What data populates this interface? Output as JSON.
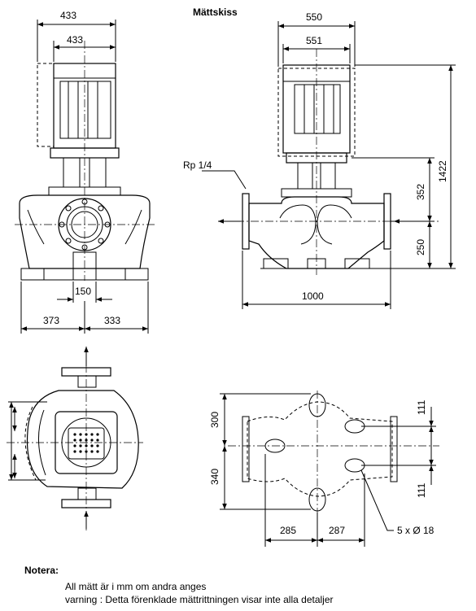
{
  "title": "Mättskiss",
  "side_view": {
    "dims": {
      "motor_width_outer": "433",
      "motor_width_inner": "433",
      "flange": "150",
      "left_half": "373",
      "right_half": "333"
    }
  },
  "front_view": {
    "dims": {
      "motor_width_outer": "550",
      "motor_width_inner": "551",
      "upper_height": "352",
      "total_height": "1422",
      "lower_height": "250",
      "port_to_port": "1000"
    },
    "callout_rp": "Rp 1/4"
  },
  "top_view": {},
  "foot_plan": {
    "dims": {
      "left_upper": "300",
      "left_lower": "340",
      "right_top": "111",
      "right_bottom": "111",
      "bottom_left": "285",
      "bottom_right": "287"
    },
    "callout_holes": "5 x  Ø 18"
  },
  "notes": {
    "heading": "Notera:",
    "line1": "All mätt är i mm om andra anges",
    "line2": "varning : Detta förenklade mättrittningen visar inte alla detaljer"
  }
}
